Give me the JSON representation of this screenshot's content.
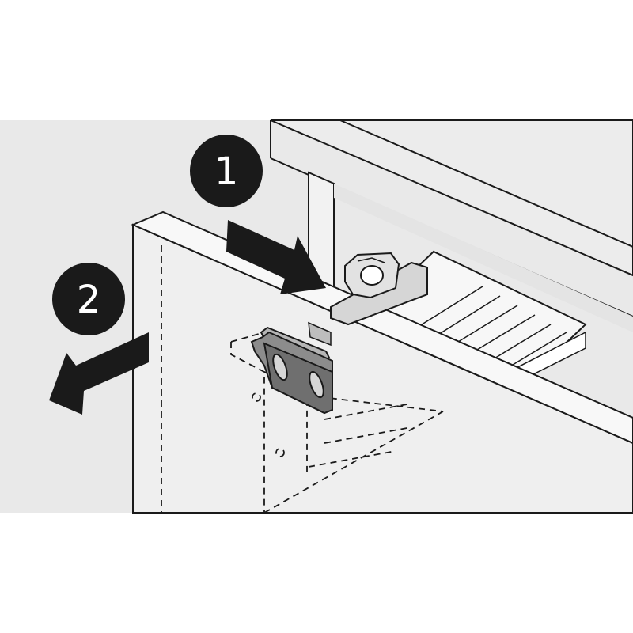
{
  "steps": [
    {
      "number": "1",
      "direction": "push-in"
    },
    {
      "number": "2",
      "direction": "pull-out"
    }
  ],
  "colors": {
    "background": "#ffffff",
    "wall": "#e9e9e9",
    "panel": "#efefef",
    "outline": "#1a1a1a",
    "hardware": "#6f6f6f",
    "hardware_light": "#d6d6d6",
    "badge": "#1a1a1a"
  }
}
